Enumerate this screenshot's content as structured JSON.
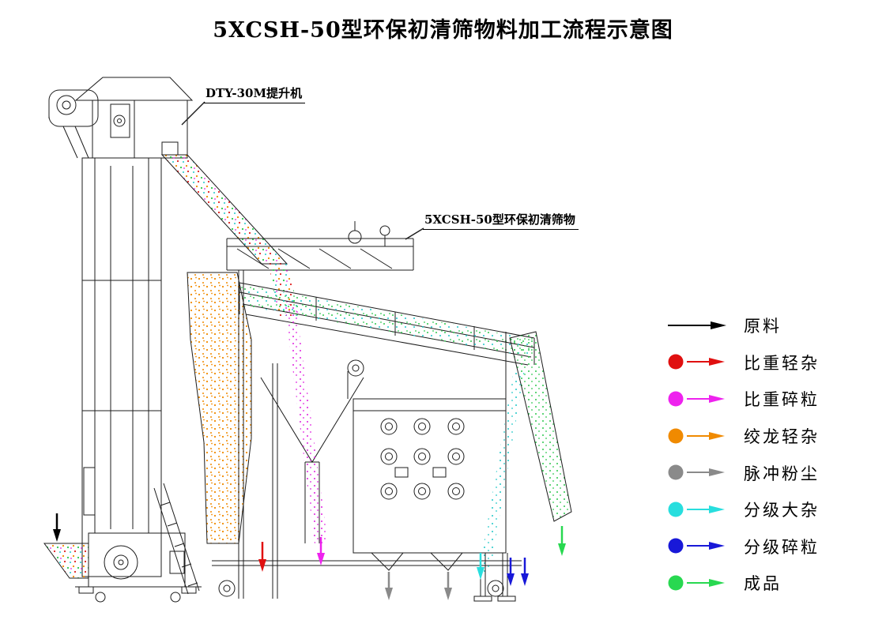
{
  "title": "5XCSH-50型环保初清筛物料加工流程示意图",
  "labels": {
    "elevator": "DTY-30M提升机",
    "machine": "5XCSH-50型环保初清筛物"
  },
  "legend": {
    "items": [
      {
        "label": "原料",
        "color": "#000000",
        "has_dot": false
      },
      {
        "label": "比重轻杂",
        "color": "#e01010",
        "has_dot": true
      },
      {
        "label": "比重碎粒",
        "color": "#ee22ee",
        "has_dot": true
      },
      {
        "label": "绞龙轻杂",
        "color": "#f08a00",
        "has_dot": true
      },
      {
        "label": "脉冲粉尘",
        "color": "#8a8a8a",
        "has_dot": true
      },
      {
        "label": "分级大杂",
        "color": "#28dede",
        "has_dot": true
      },
      {
        "label": "分级碎粒",
        "color": "#1818d8",
        "has_dot": true
      },
      {
        "label": "成品",
        "color": "#28d850",
        "has_dot": true
      }
    ]
  },
  "flow_colors": {
    "raw": "#000000",
    "gravity_light": "#e01010",
    "gravity_broken": "#ee22ee",
    "auger_light": "#f08a00",
    "pulse_dust": "#8a8a8a",
    "grading_large": "#28dede",
    "grading_broken": "#1818d8",
    "finished": "#28d850"
  }
}
